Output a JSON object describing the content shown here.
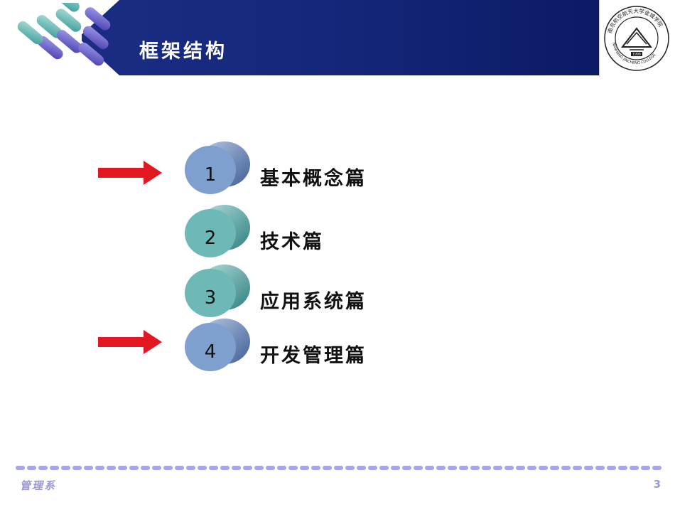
{
  "header": {
    "title": "框架结构",
    "logo_text": "南京航空航天大学金城学院",
    "logo_text_en": "NANHANG JINCHENG COLLEGE",
    "logo_year": "1999"
  },
  "menu": {
    "items": [
      {
        "number": "1",
        "label": "基本概念篇",
        "arrow": true,
        "disc_color": "#7f9fcf"
      },
      {
        "number": "2",
        "label": "技术篇",
        "arrow": false,
        "disc_color": "#6fb8b8"
      },
      {
        "number": "3",
        "label": "应用系统篇",
        "arrow": false,
        "disc_color": "#6fb8b8"
      },
      {
        "number": "4",
        "label": "开发管理篇",
        "arrow": true,
        "disc_color": "#7f9fcf"
      }
    ]
  },
  "footer": {
    "left_text": "管理系",
    "page_number": "3"
  },
  "colors": {
    "header_blue": "#14277a",
    "arrow_red": "#e3171f",
    "footer_purple": "#9a97d6"
  }
}
